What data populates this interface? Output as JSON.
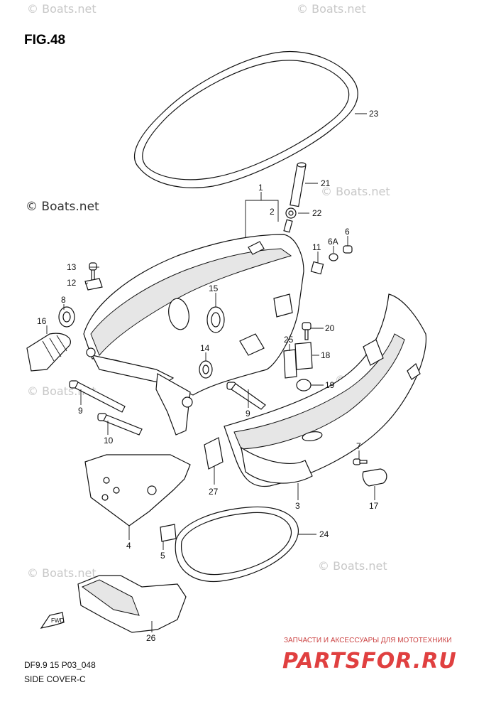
{
  "figure": {
    "title": "FIG.48",
    "code": "DF9.9 15 P03_048",
    "subtitle": "SIDE COVER-C"
  },
  "watermarks": {
    "text": "© Boats.net",
    "main": "© Boats.net"
  },
  "promo": {
    "small": "ЗАПЧАСТИ И АКСЕССУАРЫ ДЛЯ МОТОТЕХНИКИ",
    "big": "PARTSFOR.RU"
  },
  "fwd_label": "FWD",
  "callouts": {
    "n1": "1",
    "n2": "2",
    "n3": "3",
    "n4": "4",
    "n5": "5",
    "n6": "6",
    "n6a": "6A",
    "n7": "7",
    "n8": "8",
    "n9a": "9",
    "n9b": "9",
    "n10": "10",
    "n11": "11",
    "n12": "12",
    "n13": "13",
    "n14": "14",
    "n15": "15",
    "n16": "16",
    "n17": "17",
    "n18": "18",
    "n19": "19",
    "n20": "20",
    "n21": "21",
    "n22": "22",
    "n23": "23",
    "n24": "24",
    "n25": "25",
    "n26": "26",
    "n27": "27"
  },
  "colors": {
    "line": "#111111",
    "watermark": "#c8c8c8",
    "promo": "#e04040"
  }
}
